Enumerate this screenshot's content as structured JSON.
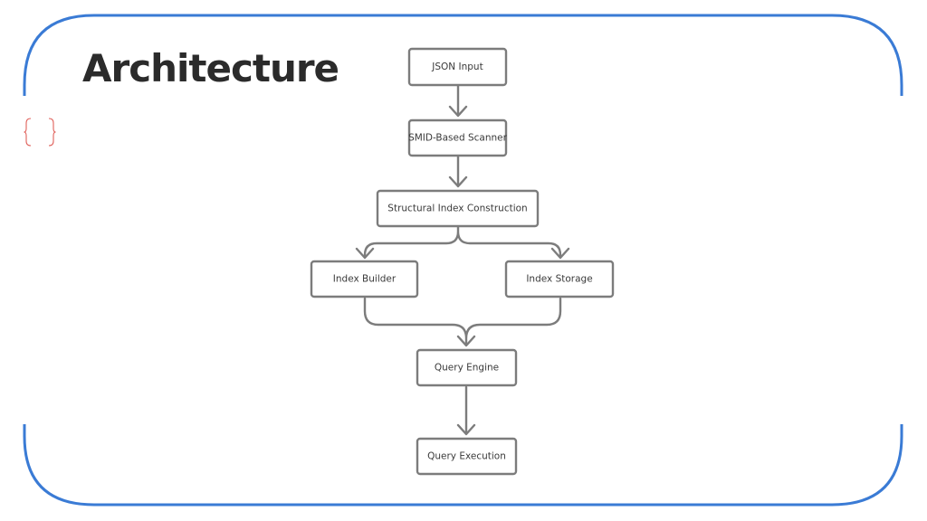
{
  "slide": {
    "title": "Architecture",
    "frame_color": "#3a7bd5",
    "title_color": "#2b2b2b",
    "decor_icon": "curly-braces-icon",
    "decor_icon_color": "#e0605a"
  },
  "diagram": {
    "type": "flowchart",
    "box_stroke_color": "#7c7c7c",
    "nodes": [
      {
        "id": "json_input",
        "label": "JSON Input"
      },
      {
        "id": "simd_scanner",
        "label": "SMID-Based Scanner"
      },
      {
        "id": "structural_index",
        "label": "Structural Index Construction"
      },
      {
        "id": "index_builder",
        "label": "Index Builder"
      },
      {
        "id": "index_storage",
        "label": "Index Storage"
      },
      {
        "id": "query_engine",
        "label": "Query Engine"
      },
      {
        "id": "query_execution",
        "label": "Query Execution"
      }
    ],
    "edges": [
      {
        "from": "json_input",
        "to": "simd_scanner"
      },
      {
        "from": "simd_scanner",
        "to": "structural_index"
      },
      {
        "from": "structural_index",
        "to": "index_builder"
      },
      {
        "from": "structural_index",
        "to": "index_storage"
      },
      {
        "from": "index_builder",
        "to": "query_engine"
      },
      {
        "from": "index_storage",
        "to": "query_engine"
      },
      {
        "from": "query_engine",
        "to": "query_execution"
      }
    ]
  }
}
